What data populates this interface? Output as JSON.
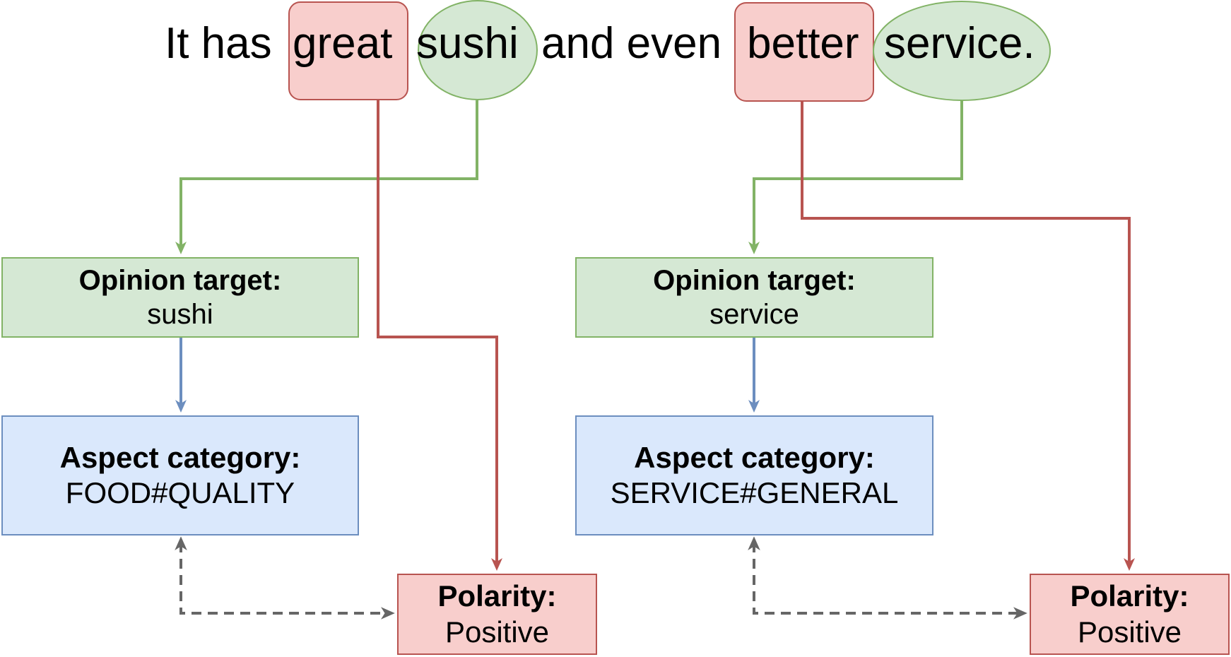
{
  "sentence": {
    "w1": "It has",
    "w2": "great",
    "w3": "sushi",
    "w4": "and even",
    "w5": "better",
    "w6": "service."
  },
  "left": {
    "target_heading": "Opinion target:",
    "target_value": "sushi",
    "aspect_heading": "Aspect category:",
    "aspect_value": "FOOD#QUALITY",
    "polarity_heading": "Polarity:",
    "polarity_value": "Positive"
  },
  "right": {
    "target_heading": "Opinion target:",
    "target_value": "service",
    "aspect_heading": "Aspect category:",
    "aspect_value": "SERVICE#GENERAL",
    "polarity_heading": "Polarity:",
    "polarity_value": "Positive"
  },
  "colors": {
    "opinion_word_fill": "#f8cecc",
    "opinion_word_border": "#b85450",
    "target_word_fill": "#d5e8d4",
    "target_word_border": "#82b366",
    "aspect_fill": "#dae8fc",
    "aspect_border": "#6c8ebf",
    "dashed_link": "#666666"
  }
}
